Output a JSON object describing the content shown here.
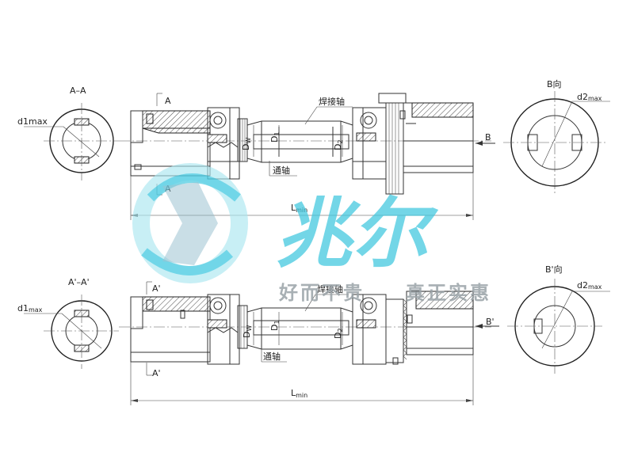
{
  "labels": {
    "section_aa": "A–A",
    "section_aa2": "A'–A'",
    "d1max": "d1max",
    "d1max2_main": "d1",
    "d1max2_sub": "max",
    "view_b": "B向",
    "view_b2": "B'向",
    "d2max_main": "d2",
    "d2max_sub": "max",
    "mark_a": "A",
    "mark_a2": "A'",
    "mark_b": "B",
    "mark_b2": "B'",
    "weld_shaft": "焊接轴",
    "through_shaft": "通轴",
    "dw_main": "D",
    "dw_sub": "W",
    "d1_main": "D",
    "d1_sub": "1",
    "d2_main": "D",
    "d2_sub": "2",
    "lmin_main": "L",
    "lmin_sub": "min"
  },
  "watermark": {
    "brand": "兆尔",
    "slogan_left": "好而不贵",
    "slogan_right": "真正实惠",
    "color_primary": "#3ec7de",
    "color_light": "#a9e6f0",
    "color_slogan": "#9aa3a8"
  }
}
